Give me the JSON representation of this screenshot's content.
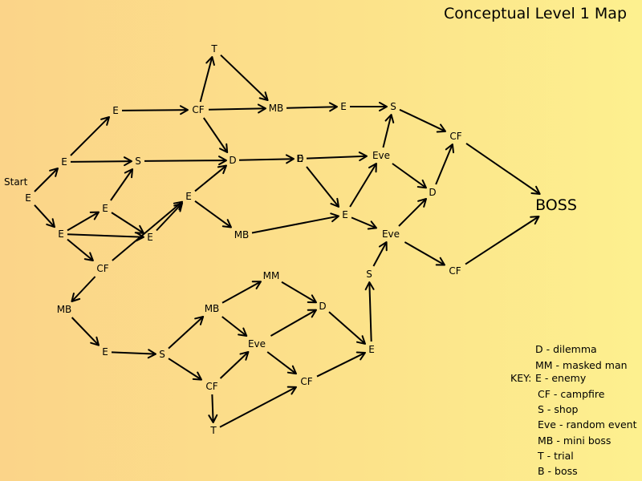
{
  "title": "Conceptual Level 1 Map",
  "start_label": "Start",
  "nodes": [
    {
      "id": "n0",
      "label": "E"
    },
    {
      "id": "n1",
      "label": "E"
    },
    {
      "id": "n2",
      "label": "E"
    },
    {
      "id": "n3",
      "label": "E"
    },
    {
      "id": "n4",
      "label": "S"
    },
    {
      "id": "n5",
      "label": "E"
    },
    {
      "id": "n6",
      "label": "CF"
    },
    {
      "id": "n7",
      "label": "MB"
    },
    {
      "id": "n8",
      "label": "E"
    },
    {
      "id": "n9",
      "label": "E"
    },
    {
      "id": "n10",
      "label": "CF"
    },
    {
      "id": "n11",
      "label": "T"
    },
    {
      "id": "n12",
      "label": "D"
    },
    {
      "id": "n13",
      "label": "MB"
    },
    {
      "id": "n14",
      "label": "MB"
    },
    {
      "id": "n15",
      "label": "E"
    },
    {
      "id": "n16",
      "label": "S"
    },
    {
      "id": "n17",
      "label": "E"
    },
    {
      "id": "n18",
      "label": "D"
    },
    {
      "id": "n19",
      "label": "Eve"
    },
    {
      "id": "n20",
      "label": "E"
    },
    {
      "id": "n21",
      "label": "D"
    },
    {
      "id": "n22",
      "label": "CF"
    },
    {
      "id": "n23",
      "label": "Eve"
    },
    {
      "id": "n24",
      "label": "CF"
    },
    {
      "id": "n25",
      "label": "BOSS"
    },
    {
      "id": "n26",
      "label": "E"
    },
    {
      "id": "n27",
      "label": "S"
    },
    {
      "id": "n28",
      "label": "MB"
    },
    {
      "id": "n29",
      "label": "MM"
    },
    {
      "id": "n30",
      "label": "Eve"
    },
    {
      "id": "n31",
      "label": "CF"
    },
    {
      "id": "n32",
      "label": "T"
    },
    {
      "id": "n33",
      "label": "D"
    },
    {
      "id": "n34",
      "label": "CF"
    },
    {
      "id": "n35",
      "label": "E"
    },
    {
      "id": "n36",
      "label": "S"
    }
  ],
  "edges": [
    [
      "n0",
      "n1"
    ],
    [
      "n0",
      "n2"
    ],
    [
      "n1",
      "n3"
    ],
    [
      "n1",
      "n4"
    ],
    [
      "n2",
      "n5"
    ],
    [
      "n2",
      "n8"
    ],
    [
      "n2",
      "n10"
    ],
    [
      "n3",
      "n6"
    ],
    [
      "n5",
      "n4"
    ],
    [
      "n5",
      "n8"
    ],
    [
      "n6",
      "n11"
    ],
    [
      "n6",
      "n7"
    ],
    [
      "n6",
      "n12"
    ],
    [
      "n11",
      "n7"
    ],
    [
      "n7",
      "n15"
    ],
    [
      "n15",
      "n16"
    ],
    [
      "n4",
      "n12"
    ],
    [
      "n8",
      "n9"
    ],
    [
      "n10",
      "n9"
    ],
    [
      "n10",
      "n14"
    ],
    [
      "n9",
      "n12"
    ],
    [
      "n9",
      "n13"
    ],
    [
      "n12",
      "n17"
    ],
    [
      "n17",
      "n19"
    ],
    [
      "n17",
      "n20"
    ],
    [
      "n13",
      "n20"
    ],
    [
      "n16",
      "n22"
    ],
    [
      "n19",
      "n16"
    ],
    [
      "n19",
      "n21"
    ],
    [
      "n20",
      "n19"
    ],
    [
      "n20",
      "n23"
    ],
    [
      "n21",
      "n22"
    ],
    [
      "n22",
      "n25"
    ],
    [
      "n23",
      "n21"
    ],
    [
      "n23",
      "n24"
    ],
    [
      "n24",
      "n25"
    ],
    [
      "n14",
      "n26"
    ],
    [
      "n26",
      "n27"
    ],
    [
      "n27",
      "n28"
    ],
    [
      "n27",
      "n31"
    ],
    [
      "n28",
      "n29"
    ],
    [
      "n28",
      "n30"
    ],
    [
      "n29",
      "n33"
    ],
    [
      "n30",
      "n33"
    ],
    [
      "n30",
      "n34"
    ],
    [
      "n31",
      "n30"
    ],
    [
      "n31",
      "n32"
    ],
    [
      "n32",
      "n34"
    ],
    [
      "n33",
      "n35"
    ],
    [
      "n34",
      "n35"
    ],
    [
      "n35",
      "n36"
    ],
    [
      "n36",
      "n23"
    ]
  ],
  "legend": {
    "prefix": "KEY:",
    "items": [
      "D - dilemma",
      "MM - masked man",
      "E - enemy",
      "CF - campfire",
      "S - shop",
      "Eve - random event",
      "MB - mini boss",
      "T - trial",
      "B - boss"
    ]
  }
}
